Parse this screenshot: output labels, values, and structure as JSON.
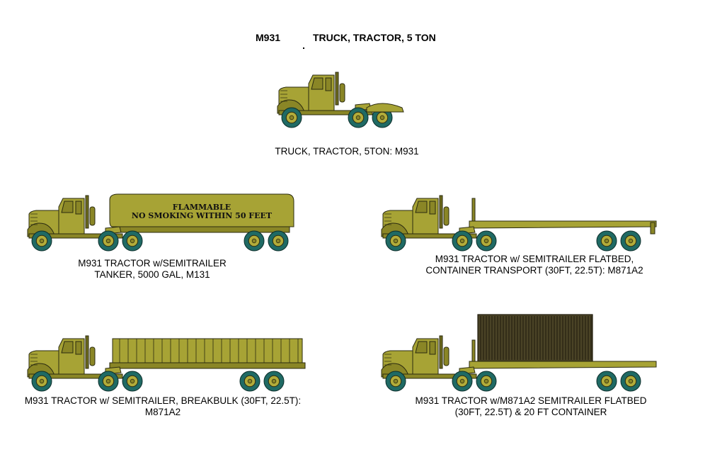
{
  "header": {
    "model": "M931",
    "title": "TRUCK, TRACTOR, 5 TON"
  },
  "colors": {
    "body": "#a7a335",
    "body_dark": "#8a8626",
    "outline": "#2b2b10",
    "tire": "#1f6a64",
    "hub": "#b2ac3a",
    "container": "#4a4326",
    "container_line": "#1e1a0c"
  },
  "vehicles": [
    {
      "id": "tractor",
      "caption": [
        "TRUCK, TRACTOR, 5TON:   M931"
      ]
    },
    {
      "id": "tanker",
      "caption": [
        "M931 TRACTOR w/SEMITRAILER",
        "TANKER, 5000 GAL, M131"
      ],
      "markings": [
        "FLAMMABLE",
        "NO SMOKING WITHIN 50 FEET"
      ]
    },
    {
      "id": "flatbed",
      "caption": [
        "M931 TRACTOR  w/ SEMITRAILER FLATBED,",
        "CONTAINER TRANSPORT (30FT, 22.5T):  M871A2"
      ]
    },
    {
      "id": "breakbulk",
      "caption": [
        "M931 TRACTOR  w/ SEMITRAILER, BREAKBULK (30FT, 22.5T):",
        "M871A2"
      ]
    },
    {
      "id": "container",
      "caption": [
        "M931 TRACTOR w/M871A2 SEMITRAILER FLATBED",
        "(30FT, 22.5T) & 20 FT CONTAINER"
      ]
    }
  ]
}
